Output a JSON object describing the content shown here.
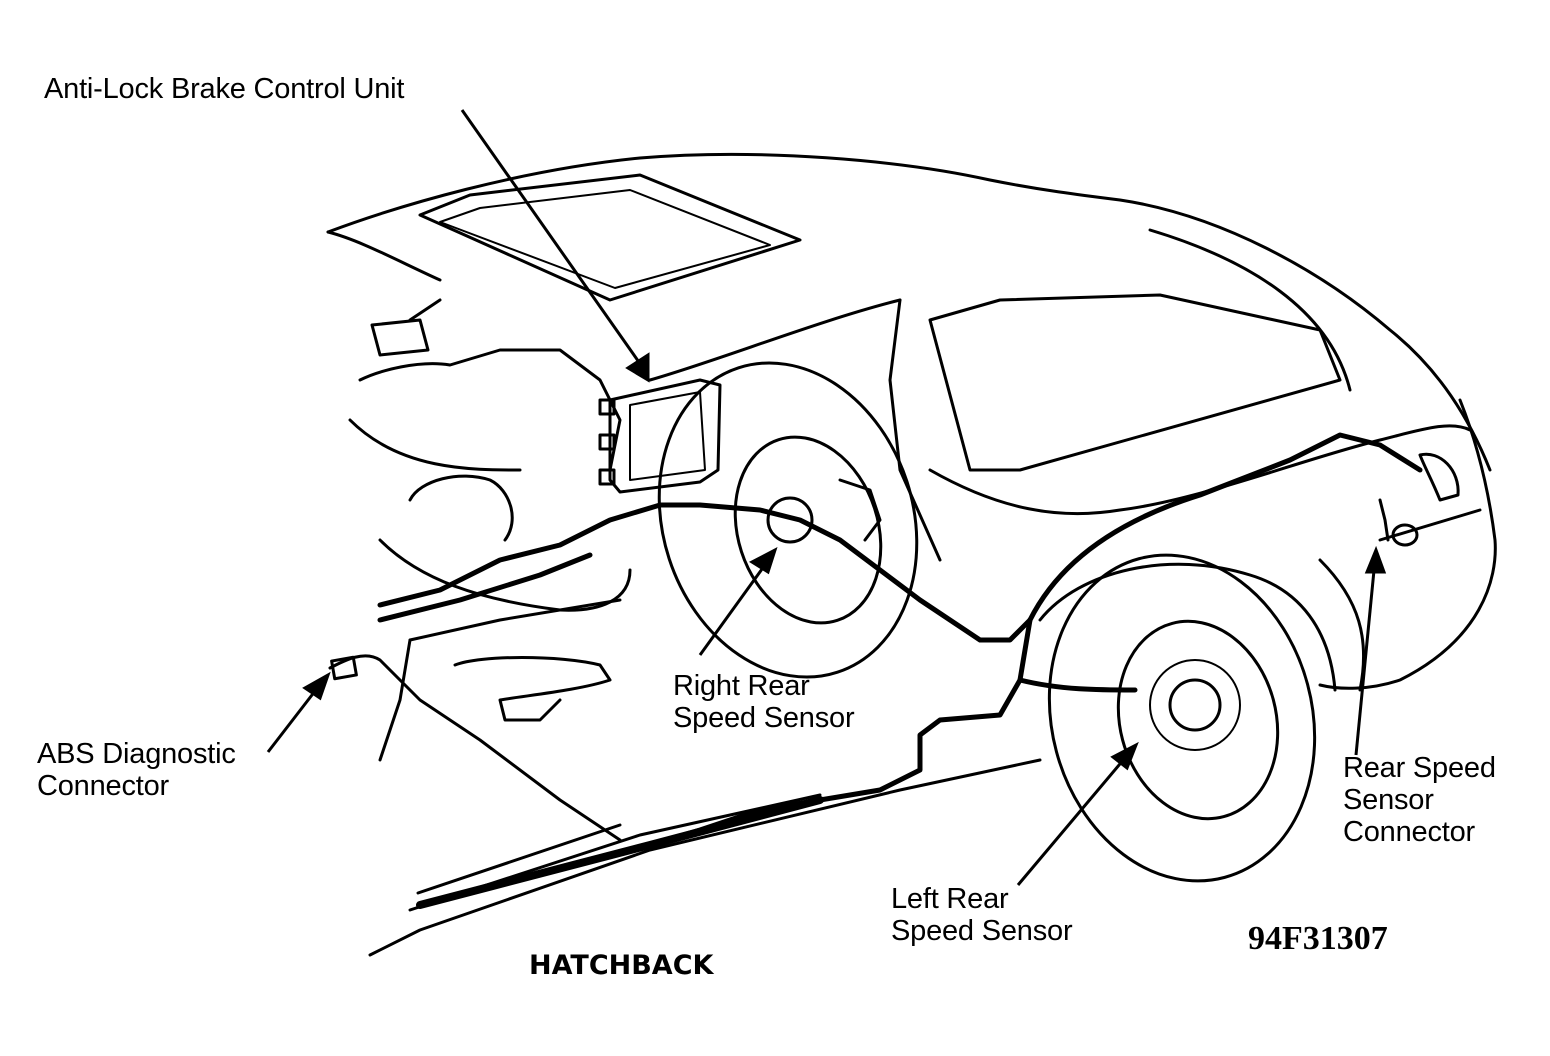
{
  "labels": {
    "control_unit": "Anti-Lock Brake Control Unit",
    "right_rear_sensor": [
      "Right Rear",
      "Speed Sensor"
    ],
    "diagnostic_connector": [
      "ABS Diagnostic",
      "Connector"
    ],
    "left_rear_sensor": [
      "Left Rear",
      "Speed Sensor"
    ],
    "rear_sensor_connector": [
      "Rear Speed",
      "Sensor",
      "Connector"
    ]
  },
  "caption": "HATCHBACK",
  "figure_id": "94F31307"
}
